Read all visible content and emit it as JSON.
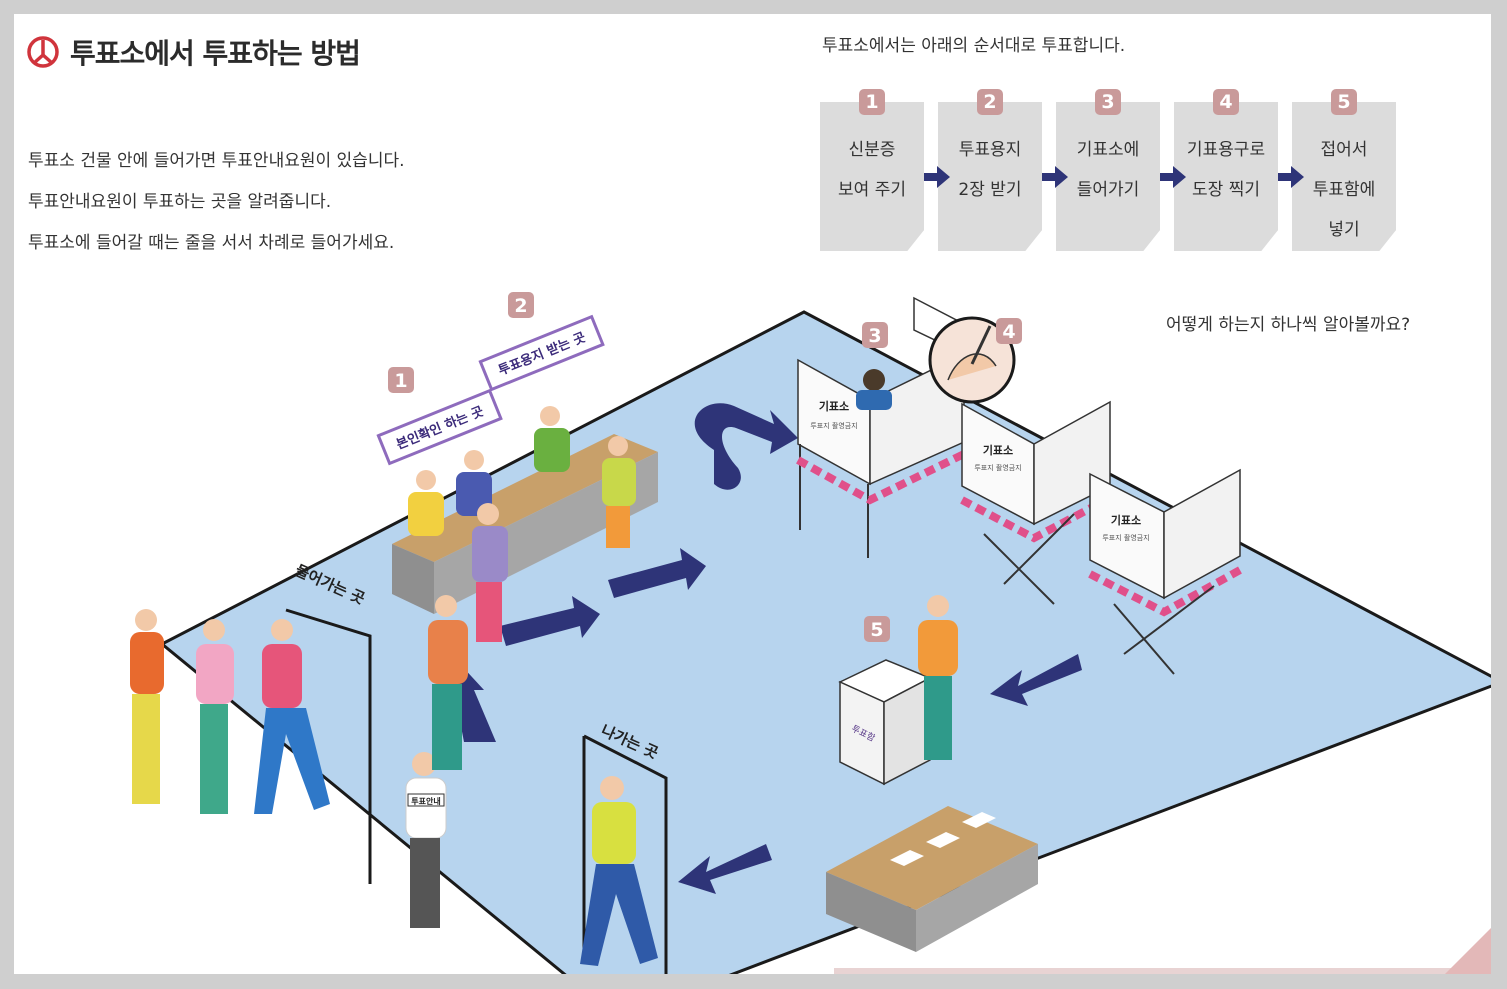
{
  "header": {
    "title": "투표소에서 투표하는 방법"
  },
  "intro": {
    "lines": [
      "투표소 건물 안에 들어가면 투표안내요원이 있습니다.",
      "투표안내요원이 투표하는 곳을 알려줍니다.",
      "투표소에 들어갈 때는 줄을 서서 차례로 들어가세요."
    ]
  },
  "steps": {
    "caption": "투표소에서는 아래의 순서대로 투표합니다.",
    "items": [
      {
        "num": "1",
        "line1": "신분증",
        "line2": "보여 주기",
        "line3": ""
      },
      {
        "num": "2",
        "line1": "투표용지",
        "line2": "2장 받기",
        "line3": ""
      },
      {
        "num": "3",
        "line1": "기표소에",
        "line2": "들어가기",
        "line3": ""
      },
      {
        "num": "4",
        "line1": "기표용구로",
        "line2": "도장 찍기",
        "line3": ""
      },
      {
        "num": "5",
        "line1": "접어서",
        "line2": "투표함에",
        "line3": "넣기"
      }
    ]
  },
  "question": "어떻게 하는지 하나씩 알아볼까요?",
  "scene": {
    "sign1": "본인확인 하는 곳",
    "sign2": "투표용지 받는 곳",
    "entrance": "들어가는 곳",
    "exit": "나가는 곳",
    "guide_badge": "투표안내",
    "booth_label": "기표소",
    "booth_sub": "투표지 촬영금지",
    "ballot_box_label": "투표함",
    "badge1": "1",
    "badge2": "2",
    "badge3": "3",
    "badge4": "4",
    "badge5": "5"
  },
  "colors": {
    "floor": "#b7d4ee",
    "arrow": "#2e3478",
    "badge": "#c99a9a",
    "step_box": "#dcdcdc",
    "title_icon": "#d0343c"
  }
}
